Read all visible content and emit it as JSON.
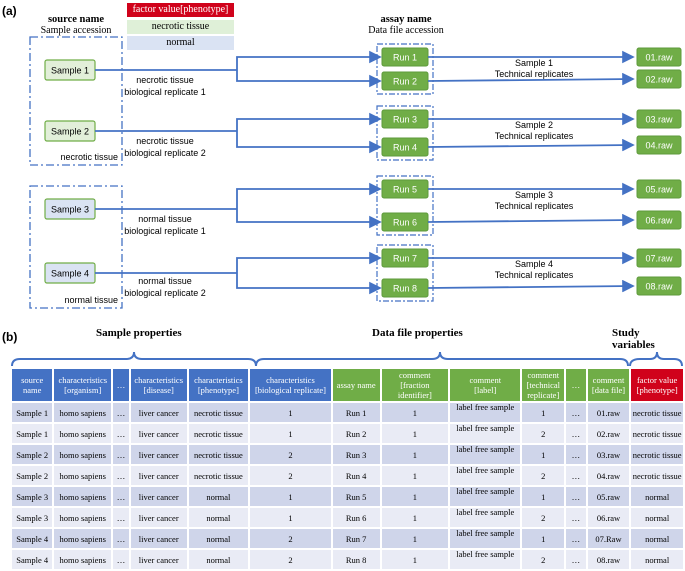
{
  "panel_a": {
    "label": "(a)",
    "source_header": {
      "title": "source name",
      "subtitle": "Sample accession"
    },
    "assay_header": {
      "title": "assay name",
      "subtitle": "Data file accession"
    },
    "legend": {
      "factor": "factor value[phenotype]",
      "necrotic": "necrotic tissue",
      "normal": "normal"
    },
    "colors": {
      "blue_line": "#4472c4",
      "green": "#70ad47",
      "red": "#d0021b",
      "sample_necrotic_fill": "#e2efd9",
      "sample_normal_fill": "#dae3f3"
    },
    "samples": [
      {
        "name": "Sample 1",
        "group": "necrotic",
        "replicate_label": [
          "necrotic tissue",
          "biological replicate 1"
        ],
        "runs": [
          "Run 1",
          "Run 2"
        ],
        "files": [
          "01.raw",
          "02.raw"
        ],
        "tech_label": [
          "Sample 1",
          "Technical replicates"
        ]
      },
      {
        "name": "Sample 2",
        "group": "necrotic",
        "replicate_label": [
          "necrotic tissue",
          "biological replicate 2"
        ],
        "runs": [
          "Run 3",
          "Run 4"
        ],
        "files": [
          "03.raw",
          "04.raw"
        ],
        "tech_label": [
          "Sample 2",
          "Technical replicates"
        ]
      },
      {
        "name": "Sample 3",
        "group": "normal",
        "replicate_label": [
          "normal tissue",
          "biological replicate 1"
        ],
        "runs": [
          "Run 5",
          "Run 6"
        ],
        "files": [
          "05.raw",
          "06.raw"
        ],
        "tech_label": [
          "Sample 3",
          "Technical replicates"
        ]
      },
      {
        "name": "Sample 4",
        "group": "normal",
        "replicate_label": [
          "normal tissue",
          "biological replicate 2"
        ],
        "runs": [
          "Run 7",
          "Run 8"
        ],
        "files": [
          "07.raw",
          "08.raw"
        ],
        "tech_label": [
          "Sample 4",
          "Technical replicates"
        ]
      }
    ],
    "group_labels": {
      "necrotic": "necrotic tissue",
      "normal": "normal tissue"
    }
  },
  "panel_b": {
    "label": "(b)",
    "sections": {
      "sample": "Sample properties",
      "data": "Data file properties",
      "study": "Study variables"
    },
    "columns": [
      {
        "label": [
          "source",
          "name"
        ],
        "color": "b"
      },
      {
        "label": [
          "characteristics",
          "[organism]"
        ],
        "color": "b"
      },
      {
        "label": [
          "…"
        ],
        "color": "b"
      },
      {
        "label": [
          "characteristics",
          "[disease]"
        ],
        "color": "b"
      },
      {
        "label": [
          "characteristics",
          "[phenotype]"
        ],
        "color": "b"
      },
      {
        "label": [
          "characteristics",
          "[biological replicate]"
        ],
        "color": "b"
      },
      {
        "label": [
          "assay name"
        ],
        "color": "g"
      },
      {
        "label": [
          "comment",
          "[fraction identifier]"
        ],
        "color": "g"
      },
      {
        "label": [
          "comment",
          "[label]"
        ],
        "color": "g"
      },
      {
        "label": [
          "comment",
          "[technical",
          "replicate]"
        ],
        "color": "g"
      },
      {
        "label": [
          "…"
        ],
        "color": "g"
      },
      {
        "label": [
          "comment",
          "[data file]"
        ],
        "color": "g"
      },
      {
        "label": [
          "factor value",
          "[phenotype]"
        ],
        "color": "r"
      }
    ],
    "rows": [
      [
        "Sample 1",
        "homo sapiens",
        "…",
        "liver cancer",
        "necrotic tissue",
        "1",
        "Run 1",
        "1",
        "label free sample",
        "1",
        "…",
        "01.raw",
        "necrotic tissue"
      ],
      [
        "Sample 1",
        "homo sapiens",
        "…",
        "liver cancer",
        "necrotic tissue",
        "1",
        "Run 2",
        "1",
        "label free sample",
        "2",
        "…",
        "02.raw",
        "necrotic tissue"
      ],
      [
        "Sample 2",
        "homo sapiens",
        "…",
        "liver cancer",
        "necrotic tissue",
        "2",
        "Run 3",
        "1",
        "label free sample",
        "1",
        "…",
        "03.raw",
        "necrotic tissue"
      ],
      [
        "Sample 2",
        "homo sapiens",
        "…",
        "liver cancer",
        "necrotic tissue",
        "2",
        "Run 4",
        "1",
        "label free sample",
        "2",
        "…",
        "04.raw",
        "necrotic tissue"
      ],
      [
        "Sample 3",
        "homo sapiens",
        "…",
        "liver cancer",
        "normal",
        "1",
        "Run 5",
        "1",
        "label free sample",
        "1",
        "…",
        "05.raw",
        "normal"
      ],
      [
        "Sample 3",
        "homo sapiens",
        "…",
        "liver cancer",
        "normal",
        "1",
        "Run 6",
        "1",
        "label free sample",
        "2",
        "…",
        "06.raw",
        "normal"
      ],
      [
        "Sample 4",
        "homo sapiens",
        "…",
        "liver cancer",
        "normal",
        "2",
        "Run 7",
        "1",
        "label free sample",
        "1",
        "…",
        "07.Raw",
        "normal"
      ],
      [
        "Sample 4",
        "homo sapiens",
        "…",
        "liver cancer",
        "normal",
        "2",
        "Run 8",
        "1",
        "label free sample",
        "2",
        "…",
        "08.raw",
        "normal"
      ]
    ]
  }
}
